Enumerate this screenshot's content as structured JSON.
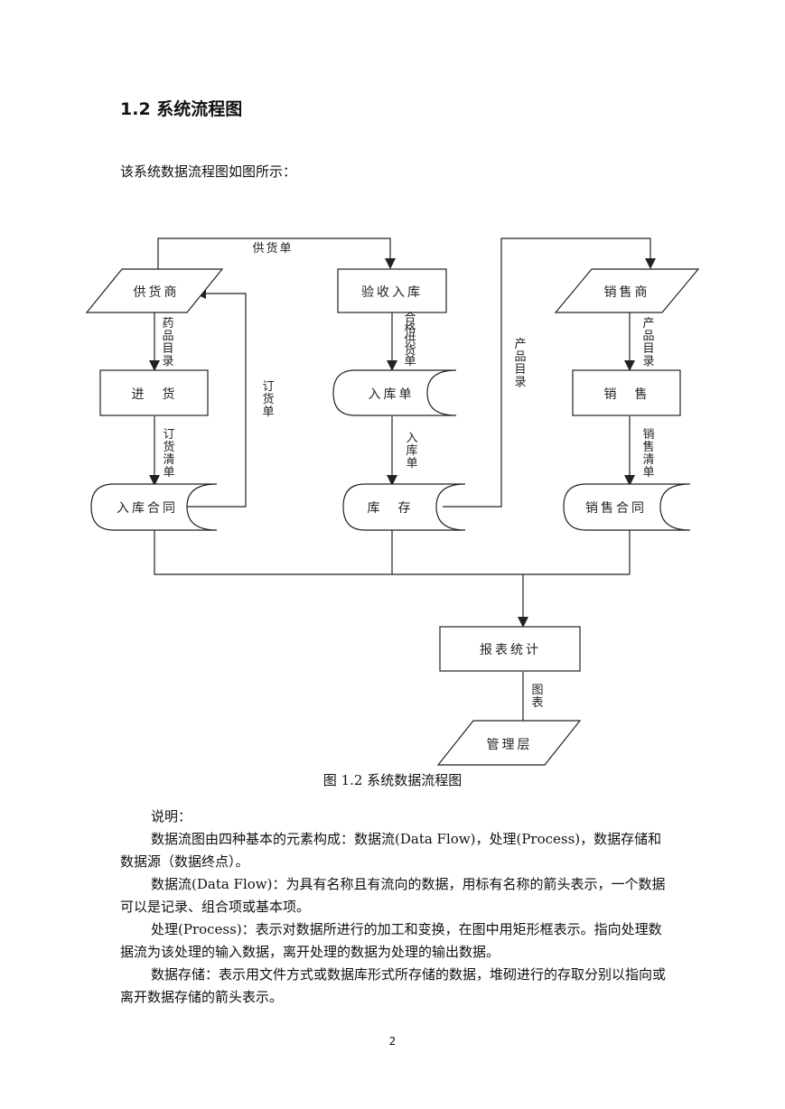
{
  "section": {
    "number": "1.2",
    "title": "系统流程图"
  },
  "intro": "该系统数据流程图如图所示：",
  "diagram": {
    "nodes": {
      "supplier": "供货商",
      "receive": "验收入库",
      "sales_dealer": "销售商",
      "purchase": "进　货",
      "inbound_store": "入库单",
      "sale": "销　售",
      "inbound_contract": "入库合同",
      "stock": "库　存",
      "sales_contract": "销售合同",
      "report": "报表统计",
      "management": "管理层"
    },
    "flows": {
      "supply_order": "供货单",
      "drug_catalog": "药品目录",
      "order": "订货单",
      "order_list": "订货清单",
      "qualified_supply": "合格供货单",
      "inbound_list": "入库单",
      "product_catalog_left": "产品目录",
      "product_catalog_right": "产品目录",
      "sales_list": "销售清单",
      "chart": "图表"
    }
  },
  "caption": "图 1.2  系统数据流程图",
  "explanation": {
    "title": "说明：",
    "paragraphs": [
      "数据流图由四种基本的元素构成：数据流(Data Flow)，处理(Process)，数据存储和数据源（数据终点）。",
      "数据流(Data Flow)：为具有名称且有流向的数据，用标有名称的箭头表示，一个数据可以是记录、组合项或基本项。",
      "处理(Process)：表示对数据所进行的加工和变换，在图中用矩形框表示。指向处理数据流为该处理的输入数据，离开处理的数据为处理的输出数据。",
      "数据存储：表示用文件方式或数据库形式所存储的数据，堆砌进行的存取分别以指向或离开数据存储的箭头表示。"
    ]
  },
  "page_number": "2"
}
